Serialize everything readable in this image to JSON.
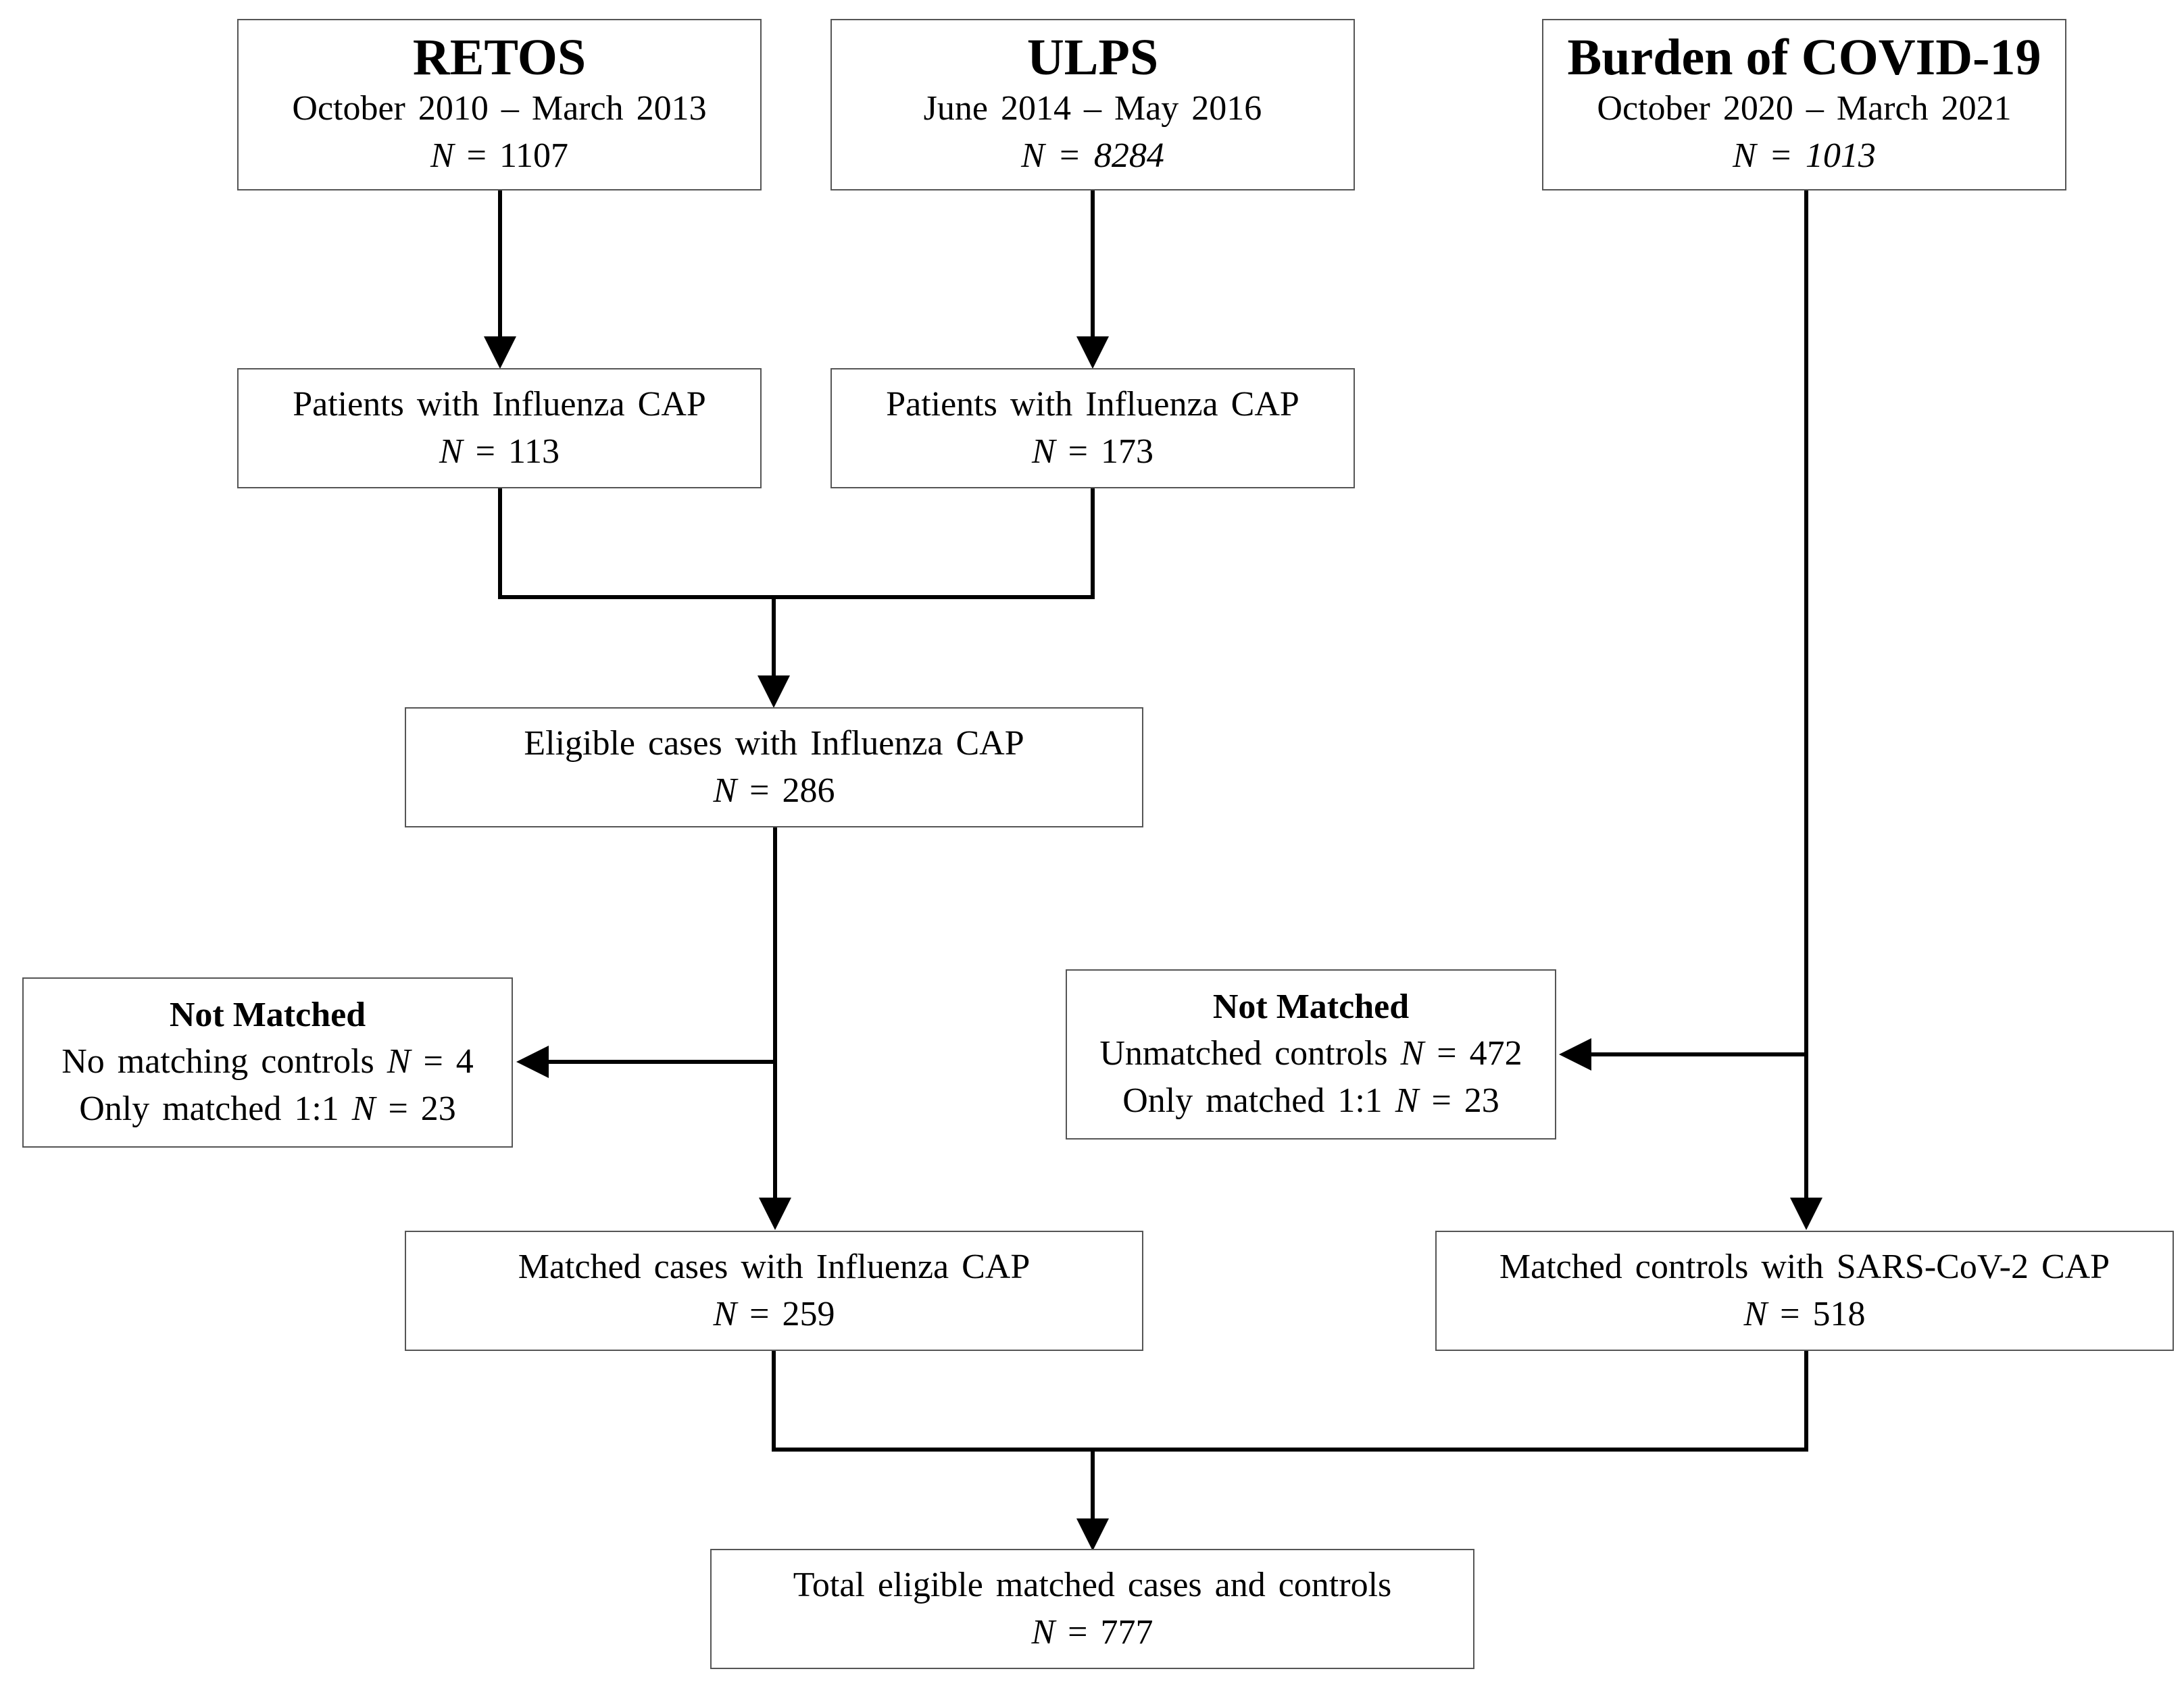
{
  "sources": {
    "retos": {
      "title": "RETOS",
      "period": "October 2010 – March 2013",
      "n_label": "N",
      "n_value": "1107"
    },
    "ulps": {
      "title": "ULPS",
      "period": "June 2014 – May 2016",
      "n_label": "N",
      "n_value": "8284"
    },
    "covid": {
      "title": "Burden of COVID-19",
      "period": "October 2020 – March 2021",
      "n_label": "N",
      "n_value": "1013"
    }
  },
  "flu_retos": {
    "label": "Patients with Influenza CAP",
    "n_label": "N",
    "n_value": "113"
  },
  "flu_ulps": {
    "label": "Patients with Influenza CAP",
    "n_label": "N",
    "n_value": "173"
  },
  "eligible": {
    "label": "Eligible cases with Influenza CAP",
    "n_label": "N",
    "n_value": "286"
  },
  "not_matched_left": {
    "title": "Not Matched",
    "line1_text": "No matching controls",
    "line1_n": "N",
    "line1_value": "4",
    "line2_text": "Only matched 1:1",
    "line2_n": "N",
    "line2_value": "23"
  },
  "not_matched_right": {
    "title": "Not Matched",
    "line1_text": "Unmatched controls",
    "line1_n": "N",
    "line1_value": "472",
    "line2_text": "Only matched 1:1",
    "line2_n": "N",
    "line2_value": "23"
  },
  "matched_cases": {
    "label": "Matched cases with Influenza CAP",
    "n_label": "N",
    "n_value": "259"
  },
  "matched_controls": {
    "label": "Matched controls with SARS-CoV-2 CAP",
    "n_label": "N",
    "n_value": "518"
  },
  "total": {
    "label": "Total eligible matched cases and controls",
    "n_label": "N",
    "n_value": "777"
  },
  "colors": {
    "line": "#000000",
    "border": "#555555"
  }
}
